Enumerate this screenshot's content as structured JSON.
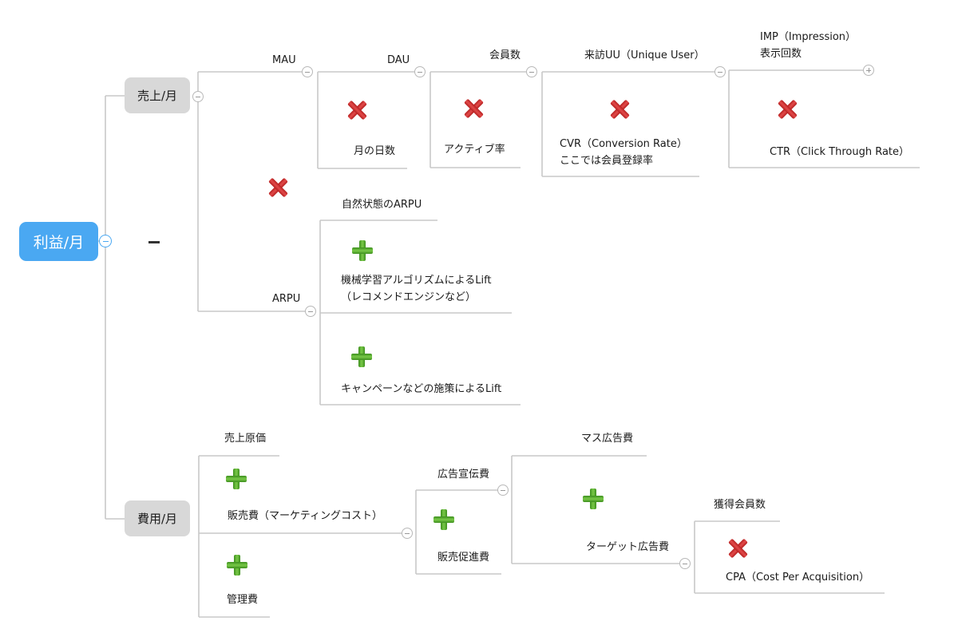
{
  "root": {
    "label": "利益/月",
    "operator": "−"
  },
  "revenue": {
    "label": "売上/月",
    "mau": "MAU",
    "dau": "DAU",
    "members": "会員数",
    "visits": "来訪UU（Unique User）",
    "imp_line1": "IMP（Impression）",
    "imp_line2": "表示回数",
    "days": "月の日数",
    "active": "アクティブ率",
    "cvr_line1": "CVR（Conversion Rate）",
    "cvr_line2": "ここでは会員登録率",
    "ctr": "CTR（Click Through Rate）",
    "arpu": "ARPU",
    "natural_arpu": "自然状態のARPU",
    "ml_line1": "機械学習アルゴリズムによるLift",
    "ml_line2": "（レコメンドエンジンなど）",
    "campaign": "キャンペーンなどの施策によるLift"
  },
  "cost": {
    "label": "費用/月",
    "cogs": "売上原価",
    "sales": "販売費（マーケティングコスト）",
    "admin": "管理費",
    "ad": "広告宣伝費",
    "promo": "販売促進費",
    "mass_ad": "マス広告費",
    "target_ad": "ターゲット広告費",
    "acquired": "獲得会員数",
    "cpa": "CPA（Cost Per Acquisition）"
  },
  "colors": {
    "root": "#4aa8f2",
    "node": "#d8d8d8",
    "line": "#c8c8c8",
    "times": "#d33b3b",
    "plus": "#5cb035"
  }
}
